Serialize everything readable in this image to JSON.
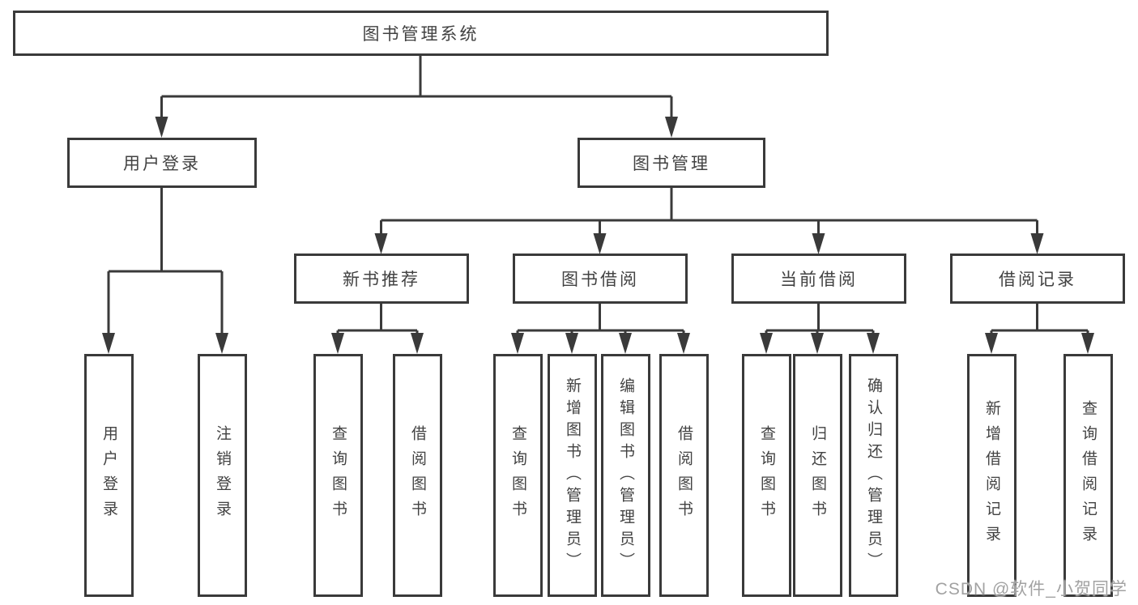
{
  "diagram": {
    "type": "hierarchy-tree",
    "tree": {
      "label": "图书管理系统",
      "children": [
        {
          "label": "用户登录",
          "children": [
            {
              "label": "用户登录"
            },
            {
              "label": "注销登录"
            }
          ]
        },
        {
          "label": "图书管理",
          "children": [
            {
              "label": "新书推荐",
              "children": [
                {
                  "label": "查询图书"
                },
                {
                  "label": "借阅图书"
                }
              ]
            },
            {
              "label": "图书借阅",
              "children": [
                {
                  "label": "查询图书"
                },
                {
                  "label": "新增图书（管理员）"
                },
                {
                  "label": "编辑图书（管理员）"
                },
                {
                  "label": "借阅图书"
                }
              ]
            },
            {
              "label": "当前借阅",
              "children": [
                {
                  "label": "查询图书"
                },
                {
                  "label": "归还图书"
                },
                {
                  "label": "确认归还（管理员）"
                }
              ]
            },
            {
              "label": "借阅记录",
              "children": [
                {
                  "label": "新增借阅记录"
                },
                {
                  "label": "查询借阅记录"
                }
              ]
            }
          ]
        }
      ]
    }
  },
  "watermark": {
    "text": "CSDN @软件_小贺同学"
  },
  "colors": {
    "line": "#3a3a3a",
    "text": "#424242",
    "background": "#ffffff",
    "watermark": "#a2a2a2"
  }
}
